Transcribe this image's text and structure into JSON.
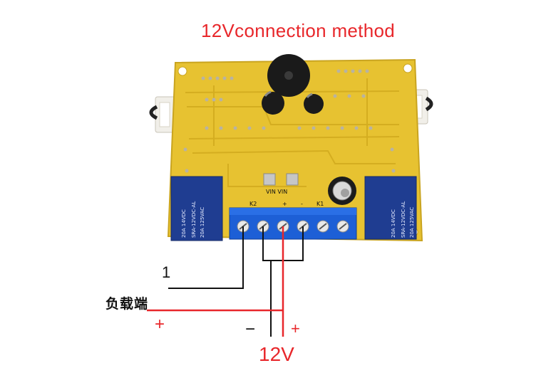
{
  "title": "12Vconnection method",
  "labels": {
    "wire_1": "1",
    "load_terminal": "负载端",
    "plus_left": "+",
    "minus": "−",
    "plus_right": "+",
    "supply": "12V"
  },
  "board": {
    "terminal_labels": [
      "K2",
      "+",
      "-",
      "K1"
    ],
    "vin_label": "VIN VIN",
    "relay_left_text": [
      "SRA-12VDC-AL",
      "20A 14VDC",
      "20A 125VAC"
    ],
    "relay_right_text": [
      "SRA-12VDC-AL",
      "20A 14VDC",
      "20A 125VAC"
    ]
  },
  "colors": {
    "accent_red": "#e8272b",
    "pcb_yellow": "#e7c231",
    "terminal_blue": "#1d5fd6",
    "relay_blue": "#1f3d91",
    "wire_black": "#111111"
  }
}
